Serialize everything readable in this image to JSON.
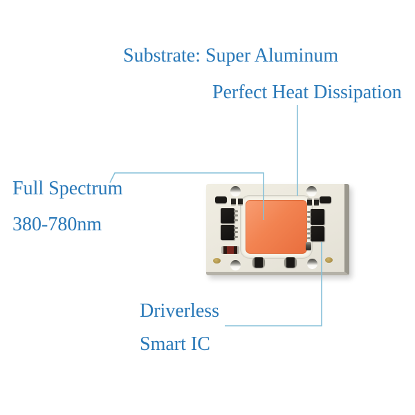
{
  "colors": {
    "background": "#ffffff",
    "label_text": "#2878b8",
    "leader_line": "#85c0d8",
    "led_surface_light": "#f89d72",
    "led_surface": "#f28351",
    "led_surface_dark": "#e96e3e",
    "pcb_top": "#eae7dc",
    "pcb_right_face": "#9a978d",
    "pcb_bottom_face": "#b5b2a8",
    "component_black": "#1b1916",
    "gold_pad": "#9d823c",
    "gold_pad_light": "#cdb266"
  },
  "annotations": {
    "substrate": "Substrate: Super Aluminum",
    "heat_dissipation": "Perfect Heat Dissipation",
    "full_spectrum_line1": "Full Spectrum",
    "full_spectrum_line2": "380-780nm",
    "driverless_line1": "Driverless",
    "driverless_line2": "Smart IC"
  }
}
